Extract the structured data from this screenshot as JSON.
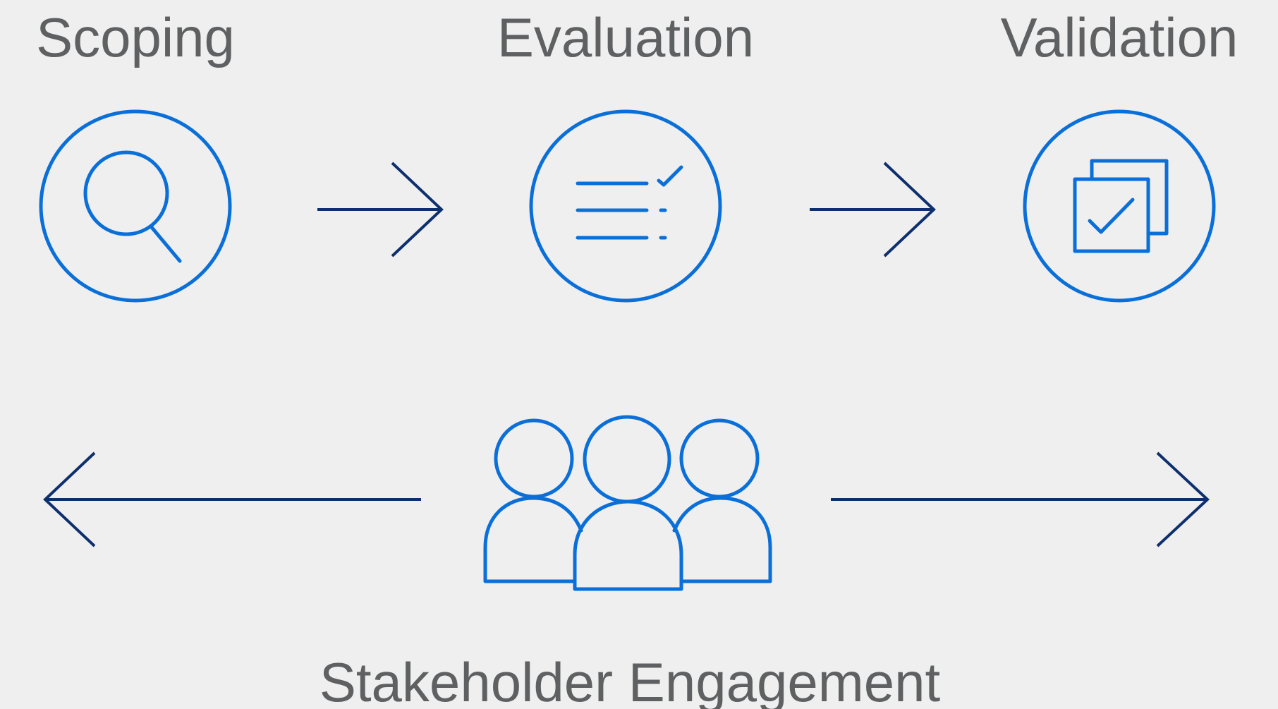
{
  "steps": [
    {
      "label": "Scoping",
      "icon": "magnifier-icon"
    },
    {
      "label": "Evaluation",
      "icon": "checklist-icon"
    },
    {
      "label": "Validation",
      "icon": "validated-documents-icon"
    }
  ],
  "engagement": {
    "label": "Stakeholder Engagement",
    "icon": "people-group-icon"
  },
  "colors": {
    "background": "#efefef",
    "icon_blue": "#0a6fd8",
    "arrow_navy": "#0e2f6e",
    "text_gray": "#5f6061"
  }
}
